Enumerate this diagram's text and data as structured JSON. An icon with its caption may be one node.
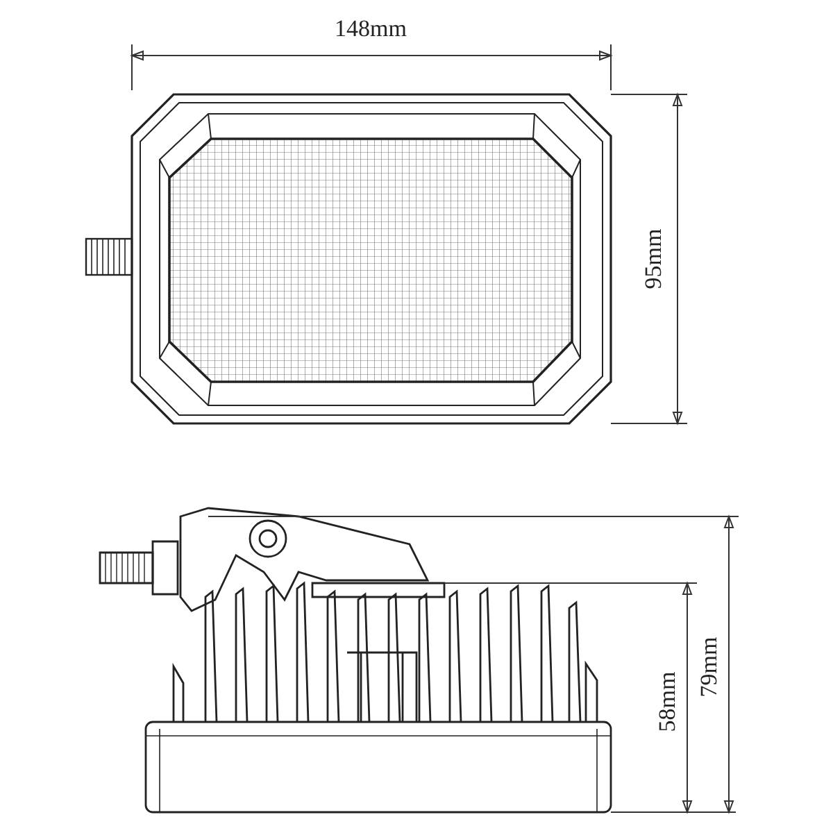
{
  "diagram": {
    "labels": [
      "148mm",
      "95mm",
      "58mm",
      "79mm"
    ]
  }
}
